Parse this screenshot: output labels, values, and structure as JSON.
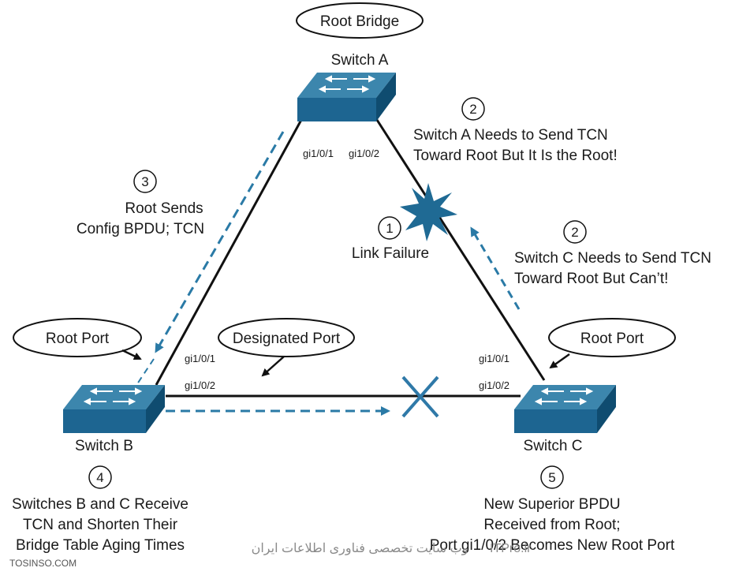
{
  "callouts": {
    "root_bridge": "Root Bridge",
    "root_port_b": "Root Port",
    "designated_port": "Designated Port",
    "root_port_c": "Root Port"
  },
  "switches": {
    "a": "Switch A",
    "b": "Switch B",
    "c": "Switch C"
  },
  "ports": {
    "a_gi1": "gi1/0/1",
    "a_gi2": "gi1/0/2",
    "b_gi1": "gi1/0/1",
    "b_gi2": "gi1/0/2",
    "c_gi1": "gi1/0/1",
    "c_gi2": "gi1/0/2"
  },
  "steps": {
    "step1": {
      "num": "1",
      "line1": "Link Failure"
    },
    "step2a": {
      "num": "2",
      "line1": "Switch A Needs to Send TCN",
      "line2": "Toward Root But It Is the Root!"
    },
    "step2c": {
      "num": "2",
      "line1": "Switch C Needs to Send TCN",
      "line2": "Toward Root But Can’t!"
    },
    "step3": {
      "num": "3",
      "line1": "Root Sends",
      "line2": "Config BPDU; TCN"
    },
    "step4": {
      "num": "4",
      "line1": "Switches B and C Receive",
      "line2": "TCN and Shorten Their",
      "line3": "Bridge Table Aging Times"
    },
    "step5": {
      "num": "5",
      "line1": "New Superior BPDU",
      "line2": "Received from Root;",
      "line3": "Port gi1/0/2 Becomes New Root Port"
    }
  },
  "watermark": {
    "persian": "وب سایت تخصصی فناوری اطلاعات ایران",
    "brand": "ITPro.ir",
    "site": "TOSINSO.COM"
  },
  "colors": {
    "switch_top": "#3c86ad",
    "switch_front": "#1d6591",
    "switch_side": "#0f4c70",
    "arrow_dashed": "#2a7aa6",
    "cross": "#2f79a8"
  }
}
